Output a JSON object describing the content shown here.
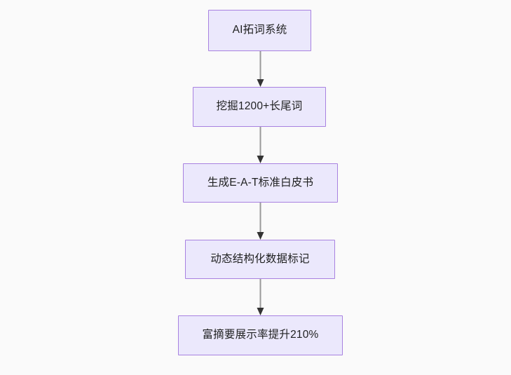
{
  "diagram": {
    "type": "flowchart",
    "direction": "top-to-bottom",
    "background_color": "#fafafa",
    "node_fill_color": "#ebe8fc",
    "node_border_color": "#a881e0",
    "node_text_color": "#1f2020",
    "edge_line_color": "#999999",
    "edge_arrow_color": "#333333",
    "nodes": [
      {
        "id": "n1",
        "label": "AI拓词系统"
      },
      {
        "id": "n2",
        "label": "挖掘1200+长尾词"
      },
      {
        "id": "n3",
        "label": "生成E-A-T标准白皮书"
      },
      {
        "id": "n4",
        "label": "动态结构化数据标记"
      },
      {
        "id": "n5",
        "label": "富摘要展示率提升210%"
      }
    ],
    "edges": [
      {
        "from": "n1",
        "to": "n2",
        "label": ""
      },
      {
        "from": "n2",
        "to": "n3",
        "label": ""
      },
      {
        "from": "n3",
        "to": "n4",
        "label": ""
      },
      {
        "from": "n4",
        "to": "n5",
        "label": ""
      }
    ]
  }
}
